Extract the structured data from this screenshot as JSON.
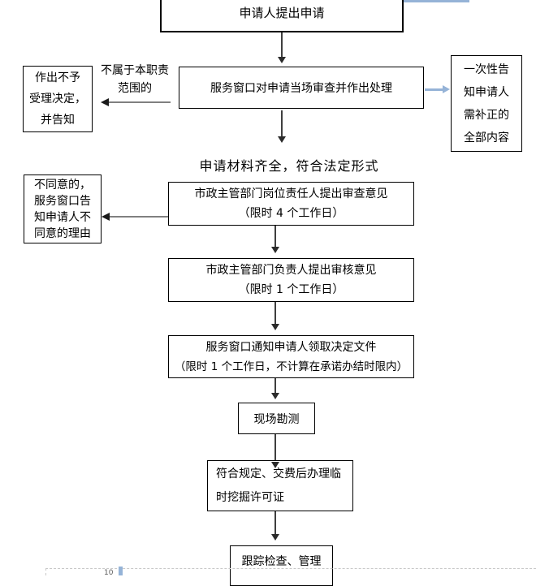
{
  "colors": {
    "accent_blue": "#95b3d7",
    "connector_dark": "#2b2b2b",
    "connector_gray": "#808080",
    "page_boundary_gray": "#c9c9c9"
  },
  "flow": {
    "start": "申请人提出申请",
    "window_review": "服务窗口对申请当场审查并作出处理",
    "reject": [
      "作出不予",
      "受理决定，",
      "并告知"
    ],
    "not_in_scope_label": [
      "不属于本职责",
      "范围的"
    ],
    "one_time_notice": [
      "一次性告",
      "知申请人",
      "需补正的",
      "全部内容"
    ],
    "materials_ok_label": "申请材料齐全，符合法定形式",
    "post_review": [
      "市政主管部门岗位责任人提出审查意见",
      "（限时 4 个工作日）"
    ],
    "disagree": [
      "不同意的，",
      "服务窗口告",
      "知申请人不",
      "同意的理由"
    ],
    "leader_review": [
      "市政主管部门负责人提出审核意见",
      "（限时 1 个工作日）"
    ],
    "notify_pickup": [
      "服务窗口通知申请人领取决定文件",
      "（限时 1 个工作日，不计算在承诺办结时限内）"
    ],
    "site_survey": "现场勘测",
    "permit": [
      "符合规定、交费后办理临",
      "时挖掘许可证"
    ],
    "tracking": "跟踪检查、管理"
  },
  "footer": {
    "artifact_text": "10"
  }
}
